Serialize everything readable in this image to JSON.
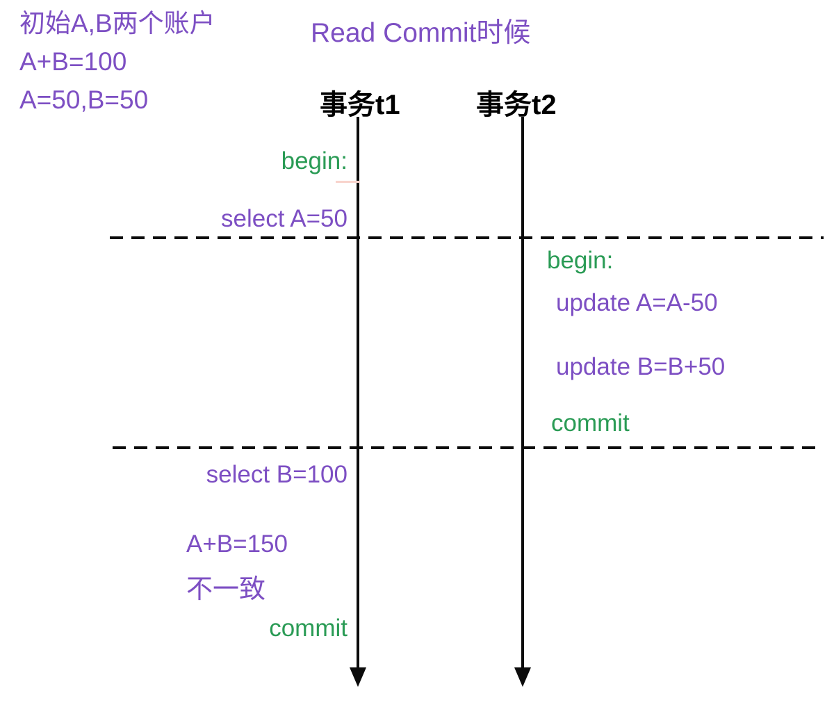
{
  "colors": {
    "purple": "#7d4fc3",
    "green": "#2a9b55",
    "timeline_black": "#0b0b0b",
    "artifact_pink": "#f8d3cc"
  },
  "header": {
    "notes": [
      "初始A,B两个账户",
      "A+B=100",
      "A=50,B=50"
    ],
    "title": "Read Commit时候"
  },
  "lanes": {
    "t1": {
      "label": "事务t1"
    },
    "t2": {
      "label": "事务t2"
    }
  },
  "events": {
    "t1_begin": "begin:",
    "t1_select_a": "select A=50",
    "t2_begin": "begin:",
    "t2_update_a": "update A=A-50",
    "t2_update_b": "update B=B+50",
    "t2_commit": "commit",
    "t1_select_b": "select B=100",
    "t1_sum": "A+B=150",
    "t1_inconsistency": "不一致",
    "t1_commit": "commit"
  }
}
